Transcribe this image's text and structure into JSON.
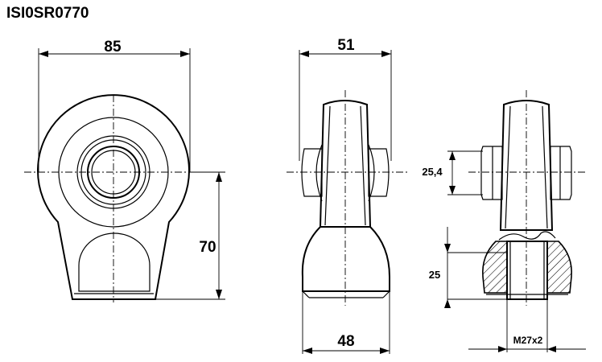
{
  "title": "ISI0SR0770",
  "dimensions": {
    "width_front": "85",
    "height_eye": "70",
    "width_side_top": "51",
    "width_side_bottom": "48",
    "bore": "25,4",
    "thread_length": "25",
    "thread": "M27x2"
  }
}
